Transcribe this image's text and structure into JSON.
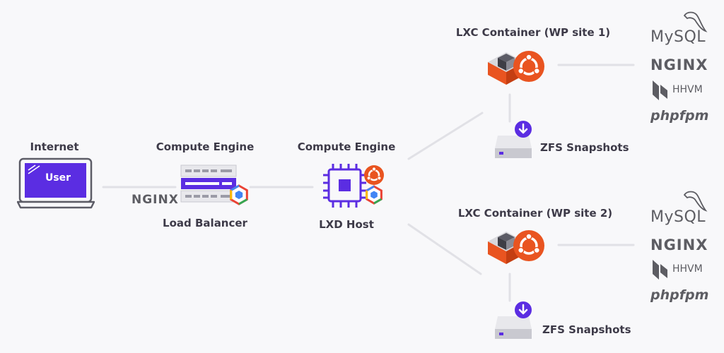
{
  "colors": {
    "accent": "#5b2de2",
    "ubuntu": "#e95420",
    "line": "#e1e1e6",
    "text": "#3d3a48",
    "brand_gray": "#5d5d63"
  },
  "internet": {
    "title": "Internet",
    "user_label": "User"
  },
  "load_balancer": {
    "title": "Compute Engine",
    "caption": "Load Balancer",
    "nginx": "NGINX"
  },
  "lxd_host": {
    "title": "Compute Engine",
    "caption": "LXD Host"
  },
  "containers": [
    {
      "title": "LXC Container (WP site 1)",
      "snapshot": "ZFS Snapshots",
      "stack": {
        "mysql": "MySQL",
        "nginx": "NGINX",
        "hhvm": "HHVM",
        "phpfpm": "phpfpm"
      }
    },
    {
      "title": "LXC Container (WP site 2)",
      "snapshot": "ZFS Snapshots",
      "stack": {
        "mysql": "MySQL",
        "nginx": "NGINX",
        "hhvm": "HHVM",
        "phpfpm": "phpfpm"
      }
    }
  ]
}
